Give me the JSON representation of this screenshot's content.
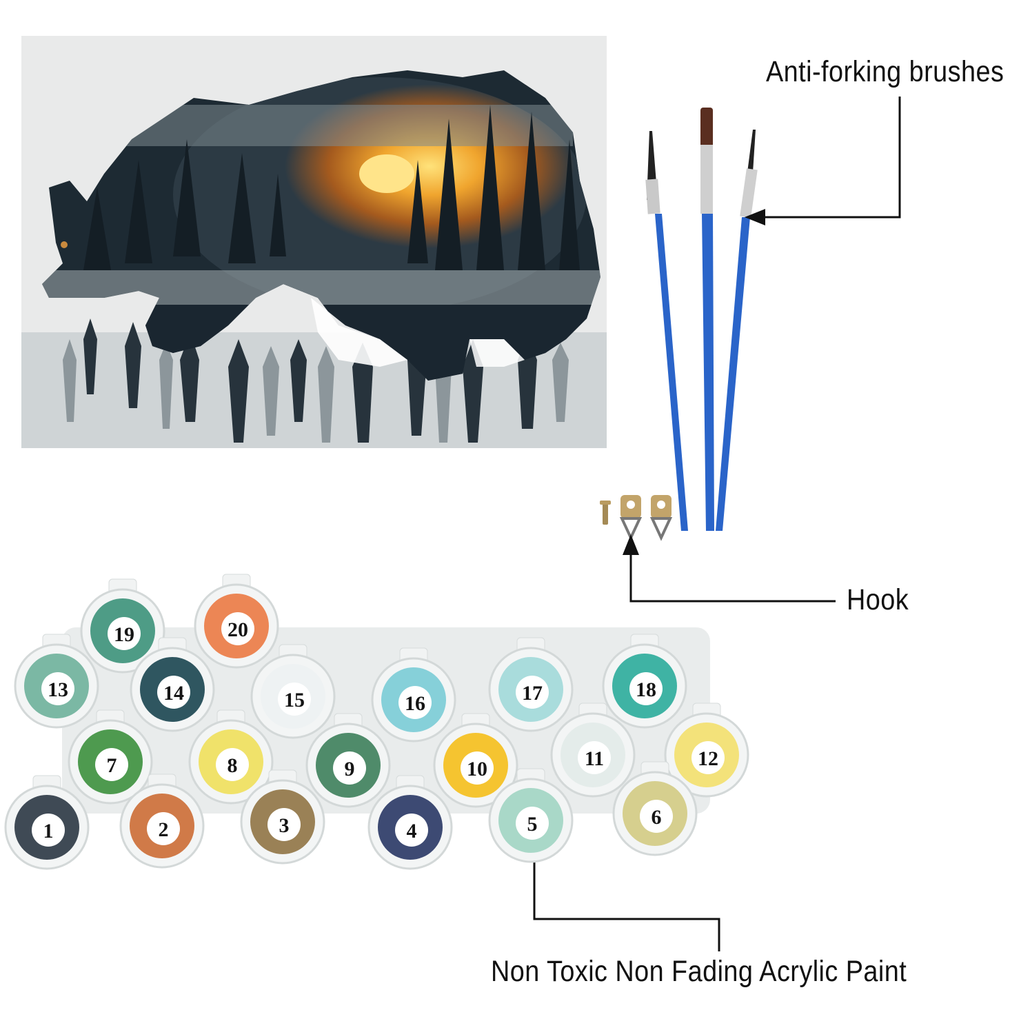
{
  "labels": {
    "brushes": "Anti-forking brushes",
    "hook": "Hook",
    "paint": "Non Toxic Non Fading Acrylic Paint"
  },
  "paint_pots": [
    {
      "number": "1",
      "color": "#3f4a55"
    },
    {
      "number": "2",
      "color": "#d07a48"
    },
    {
      "number": "3",
      "color": "#9a8156"
    },
    {
      "number": "4",
      "color": "#3d4a73"
    },
    {
      "number": "5",
      "color": "#a9d8c8"
    },
    {
      "number": "6",
      "color": "#d6cf8e"
    },
    {
      "number": "7",
      "color": "#4e9a4f"
    },
    {
      "number": "8",
      "color": "#f0e26a"
    },
    {
      "number": "9",
      "color": "#4f8b6a"
    },
    {
      "number": "10",
      "color": "#f5c430"
    },
    {
      "number": "11",
      "color": "#e4ecea"
    },
    {
      "number": "12",
      "color": "#f3e27a"
    },
    {
      "number": "13",
      "color": "#7bb8a4"
    },
    {
      "number": "14",
      "color": "#2f5660"
    },
    {
      "number": "15",
      "color": "#eef2f3"
    },
    {
      "number": "16",
      "color": "#86d0d9"
    },
    {
      "number": "17",
      "color": "#a9dcdc"
    },
    {
      "number": "18",
      "color": "#3fb3a4"
    },
    {
      "number": "19",
      "color": "#4e9c86"
    },
    {
      "number": "20",
      "color": "#ec8655"
    }
  ],
  "colors": {
    "brush_handle": "#2a64c9",
    "canvas_bg": "#e9eaea",
    "bear_dark": "#1d2a33",
    "sunset": "#e59a2a"
  }
}
